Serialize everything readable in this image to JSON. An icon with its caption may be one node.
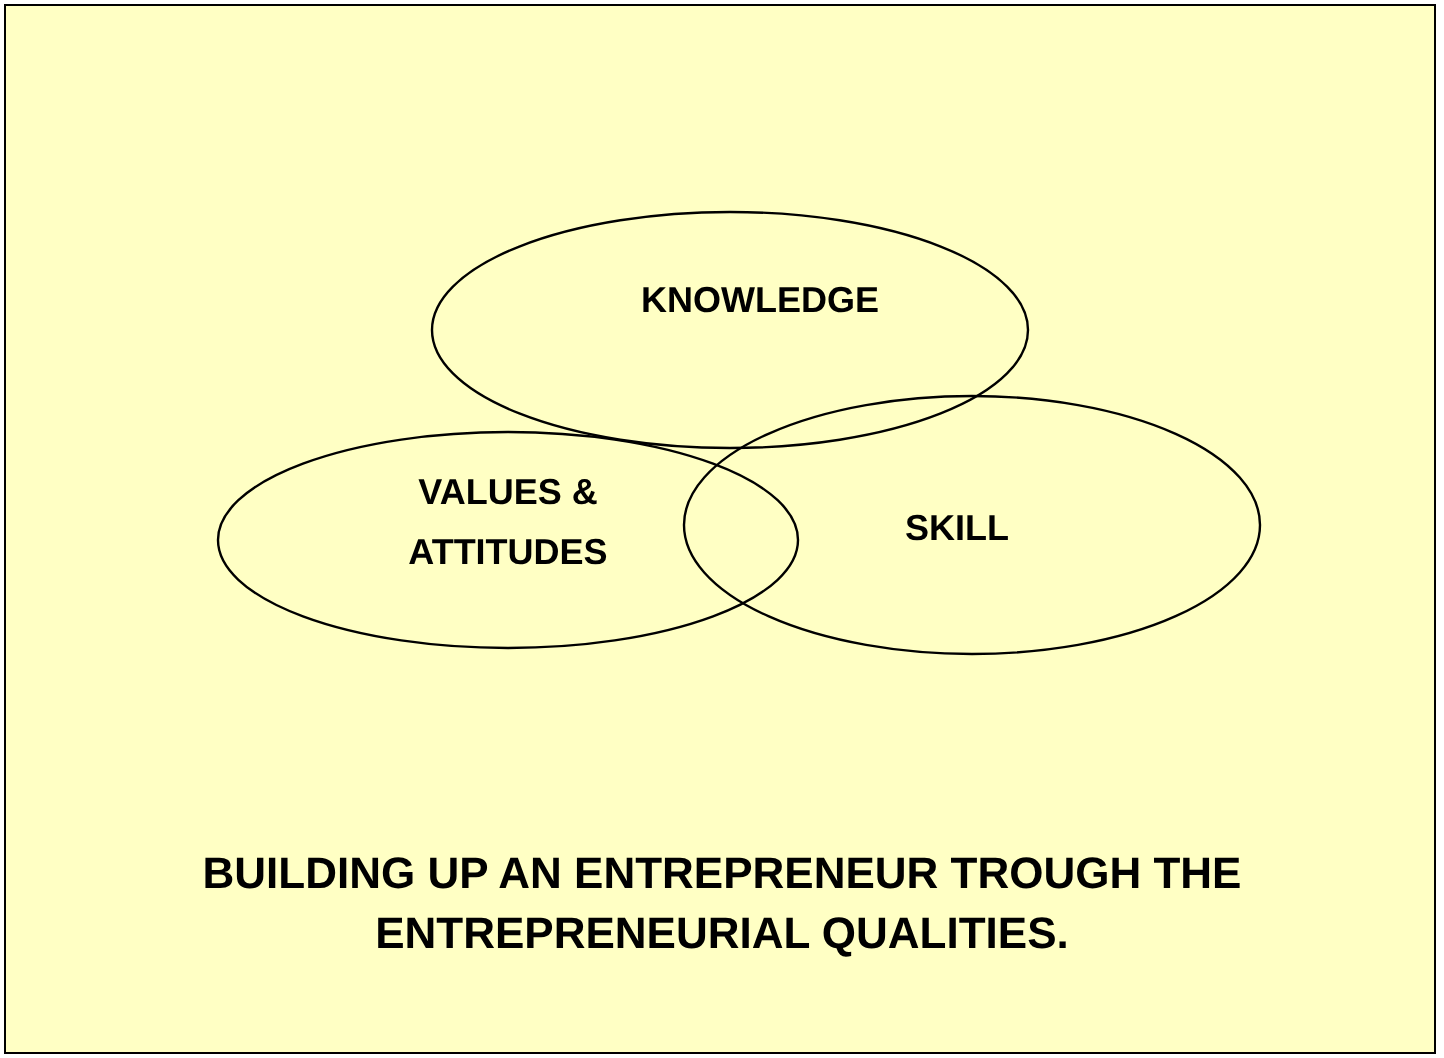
{
  "diagram": {
    "caption": "BUILDING UP AN ENTREPRENEUR TROUGH THE ENTREPRENEURIAL QUALITIES.",
    "nodes": [
      {
        "text": [
          "KNOWLEDGE"
        ]
      },
      {
        "text": [
          "VALUES & ATTITUDES"
        ]
      },
      {
        "text": [
          "SKILL"
        ]
      }
    ]
  }
}
